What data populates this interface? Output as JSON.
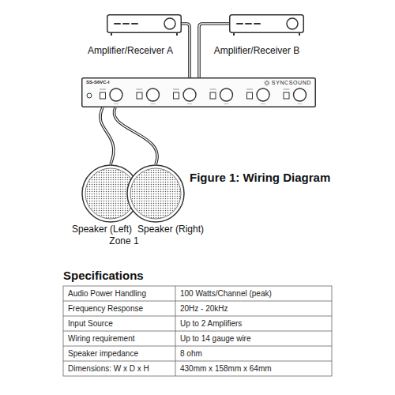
{
  "diagram": {
    "caption": "Figure 1: Wiring Diagram",
    "nodes": [
      {
        "text": [
          "Amplifier/Receiver A"
        ]
      },
      {
        "text": [
          "Amplifier/Receiver B"
        ]
      },
      {
        "text": [
          "SS-S6VC-I",
          "SYNCSOUND"
        ]
      },
      {
        "text": [
          "Speaker (Left)"
        ]
      },
      {
        "text": [
          "Speaker (Right)"
        ]
      }
    ],
    "edges": [
      {
        "from": 0,
        "to": 2,
        "arrow": "none"
      },
      {
        "from": 1,
        "to": 2,
        "arrow": "none"
      },
      {
        "from": 2,
        "to": 3,
        "arrow": "none"
      },
      {
        "from": 2,
        "to": 4,
        "arrow": "none"
      }
    ],
    "labels": [
      "Zone 1",
      "Specifications",
      "Audio Power Handling",
      "100 Watts/Channel (peak)",
      "Frequency Response",
      "20Hz - 20kHz",
      "Input Source",
      "Up to 2 Amplifiers",
      "Wiring requirement",
      "Up to 14 gauge wire",
      "Speaker impedance",
      "8 ohm",
      "Dimensions: W x D x H",
      "430mm x 158mm x 64mm"
    ]
  }
}
